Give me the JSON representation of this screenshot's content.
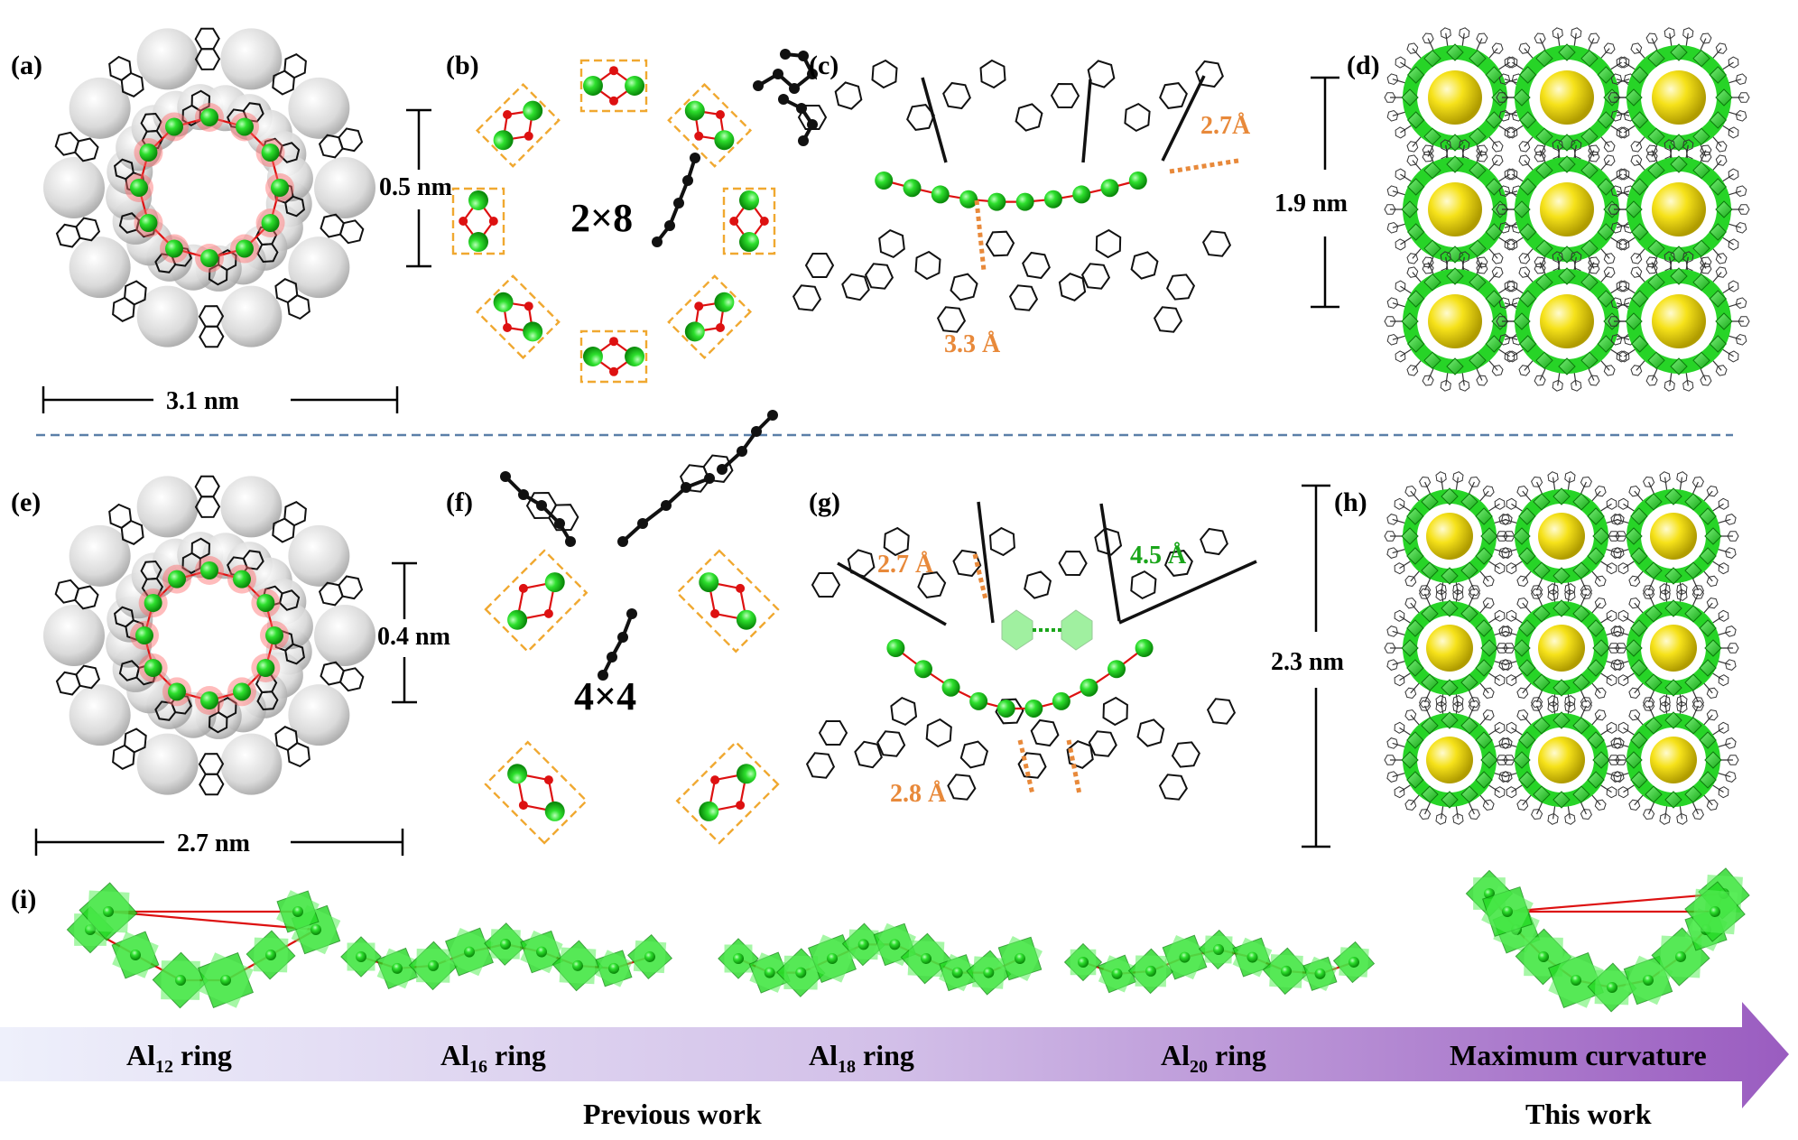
{
  "panels": {
    "a": {
      "label": "(a)",
      "pore": "0.5 nm",
      "diameter": "3.1 nm"
    },
    "b": {
      "label": "(b)",
      "ring": "2×8"
    },
    "c": {
      "label": "(c)",
      "dist1": "2.7Å",
      "dist2": "3.3 Å",
      "height": "1.9 nm"
    },
    "d": {
      "label": "(d)"
    },
    "e": {
      "label": "(e)",
      "pore": "0.4 nm",
      "diameter": "2.7 nm"
    },
    "f": {
      "label": "(f)",
      "ring": "4×4"
    },
    "g": {
      "label": "(g)",
      "dist1": "2.7 Å",
      "dist2": "4.5 Å",
      "dist3": "2.8 Å",
      "height": "2.3 nm"
    },
    "h": {
      "label": "(h)"
    },
    "i": {
      "label": "(i)"
    }
  },
  "rings": [
    {
      "base": "Al",
      "sub": "12",
      "suffix": " ring"
    },
    {
      "base": "Al",
      "sub": "16",
      "suffix": " ring"
    },
    {
      "base": "Al",
      "sub": "18",
      "suffix": " ring"
    },
    {
      "base": "Al",
      "sub": "20",
      "suffix": " ring"
    }
  ],
  "max_curvature": "Maximum curvature",
  "previous_work": "Previous work",
  "this_work": "This work",
  "colors": {
    "aluminum": "#22dd22",
    "oxygen": "#dd1111",
    "orange": "#e8893a",
    "dashed_box": "#f0a830",
    "sphere": "#f4e41a",
    "divider": "#5a7fa8",
    "arrow_start": "#eef0fb",
    "arrow_end": "#9a5cc0"
  }
}
